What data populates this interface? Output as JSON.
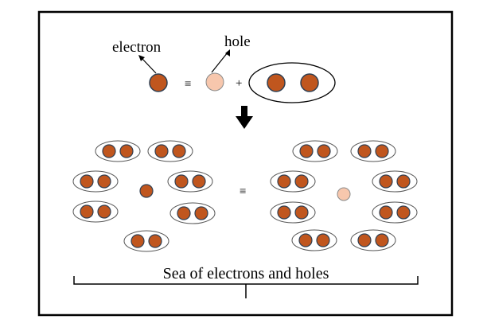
{
  "labels": {
    "electron": "electron",
    "hole": "hole",
    "equiv": "≡",
    "plus": "+",
    "sea": "Sea of electrons and holes"
  },
  "colors": {
    "electron_fill": "#c0561e",
    "electron_stroke": "#2f3f52",
    "hole_fill": "#f7c7ad",
    "hole_stroke": "#8a8a8a",
    "pair_outline": "#555555",
    "frame": "#000000"
  },
  "icons": {
    "arrow": "down-arrow-icon"
  }
}
